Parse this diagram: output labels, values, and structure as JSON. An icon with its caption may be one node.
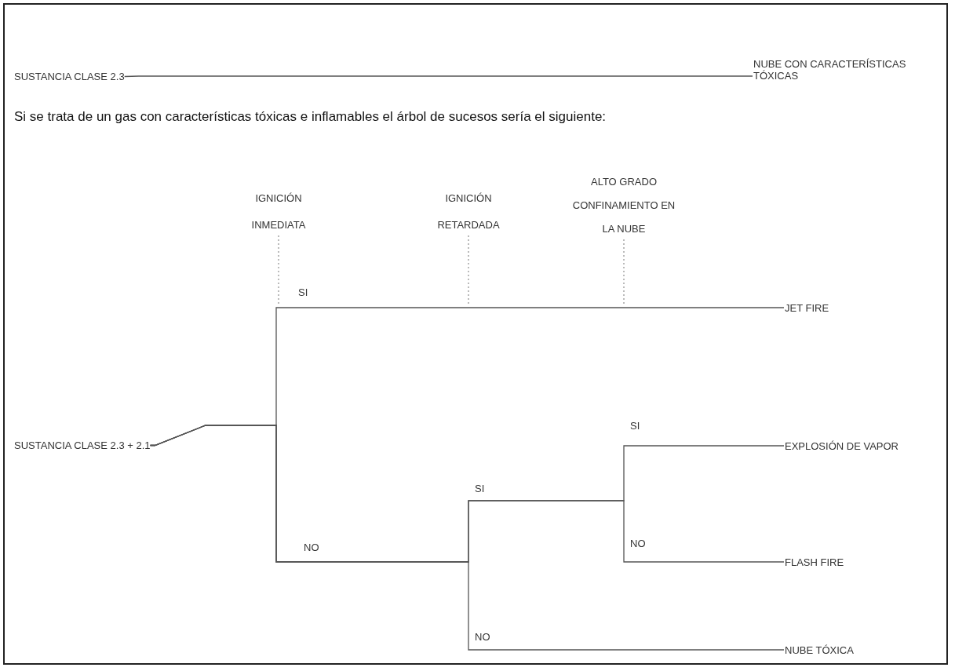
{
  "diagram": {
    "nodes": [
      {
        "text": [
          "SUSTANCIA CLASE 2.3"
        ]
      },
      {
        "text": [
          "NUBE CON CARACTERÍSTICAS TÓXICAS"
        ]
      },
      {
        "text": [
          "SUSTANCIA CLASE 2.3 + 2.1"
        ]
      },
      {
        "text": [
          "JET FIRE"
        ]
      },
      {
        "text": [
          "EXPLOSIÓN DE VAPOR"
        ]
      },
      {
        "text": [
          "FLASH FIRE"
        ]
      },
      {
        "text": [
          "NUBE TÓXICA"
        ]
      }
    ],
    "edges": [
      {
        "from": 0,
        "to": 1,
        "arrow": "none"
      },
      {
        "from": 2,
        "to": 3,
        "arrow": "none"
      },
      {
        "from": 2,
        "to": 4,
        "arrow": "none"
      },
      {
        "from": 2,
        "to": 5,
        "arrow": "none"
      },
      {
        "from": 2,
        "to": 6,
        "arrow": "none"
      }
    ],
    "labels": [
      "Si se trata de un gas con características tóxicas e inflamables el árbol de sucesos sería el siguiente:",
      "IGNICIÓN INMEDIATA",
      "IGNICIÓN RETARDADA",
      "ALTO GRADO CONFINAMIENTO EN LA NUBE",
      "SI",
      "SI",
      "SI",
      "NO",
      "NO",
      "NO"
    ]
  }
}
